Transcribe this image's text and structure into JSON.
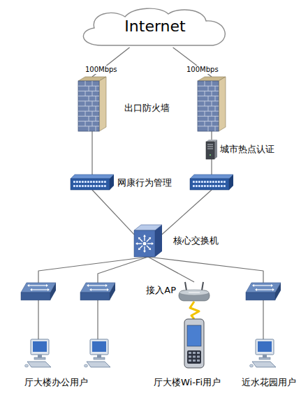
{
  "diagram": {
    "nodes": [
      {
        "text": [
          "Internet"
        ]
      },
      {
        "text": []
      },
      {
        "text": []
      },
      {
        "text": [
          "城市热点认证"
        ]
      },
      {
        "text": []
      },
      {
        "text": []
      },
      {
        "text": [
          "核心交换机"
        ]
      },
      {
        "text": []
      },
      {
        "text": []
      },
      {
        "text": [
          "接入AP"
        ]
      },
      {
        "text": []
      },
      {
        "text": []
      },
      {
        "text": []
      },
      {
        "text": [
          "厅大楼Wi-Fi用户"
        ]
      },
      {
        "text": [
          "近水花园用户"
        ]
      }
    ],
    "edges": [
      {
        "from": 0,
        "to": 1,
        "label": "100Mbps",
        "arrow": "none"
      },
      {
        "from": 0,
        "to": 2,
        "label": "100Mbps",
        "arrow": "none"
      },
      {
        "from": 1,
        "to": 4,
        "arrow": "none"
      },
      {
        "from": 2,
        "to": 3,
        "arrow": "none"
      },
      {
        "from": 3,
        "to": 5,
        "arrow": "none"
      },
      {
        "from": 4,
        "to": 6,
        "arrow": "none"
      },
      {
        "from": 5,
        "to": 6,
        "arrow": "none"
      },
      {
        "from": 6,
        "to": 7,
        "arrow": "none"
      },
      {
        "from": 6,
        "to": 8,
        "arrow": "none"
      },
      {
        "from": 6,
        "to": 9,
        "arrow": "none"
      },
      {
        "from": 6,
        "to": 10,
        "arrow": "none"
      },
      {
        "from": 7,
        "to": 11,
        "arrow": "none"
      },
      {
        "from": 8,
        "to": 12,
        "arrow": "none"
      },
      {
        "from": 9,
        "to": 13,
        "arrow": "none"
      },
      {
        "from": 10,
        "to": 14,
        "arrow": "none"
      }
    ],
    "labels": [
      "出口防火墙",
      "网康行为管理",
      "厅大楼办公用户"
    ]
  }
}
